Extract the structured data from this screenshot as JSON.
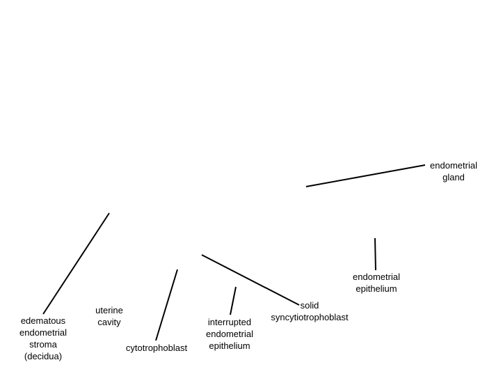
{
  "labels": {
    "endometrial_gland": [
      "endometrial",
      "gland"
    ],
    "endometrial_epithelium": [
      "endometrial",
      "epithelium"
    ],
    "solid_syncytiotrophoblast": [
      "solid",
      "syncytiotrophoblast"
    ],
    "interrupted_endometrial_epithelium": [
      "interrupted",
      "endometrial",
      "epithelium"
    ],
    "cytotrophoblast": [
      "cytotrophoblast"
    ],
    "uterine_cavity": [
      "uterine",
      "cavity"
    ],
    "edematous_endometrial_stroma": [
      "edematous",
      "endometrial",
      "stroma",
      "(decidua)"
    ]
  },
  "colors": {
    "text": "#000000",
    "leader_line": "#000000",
    "background": "#ffffff"
  }
}
